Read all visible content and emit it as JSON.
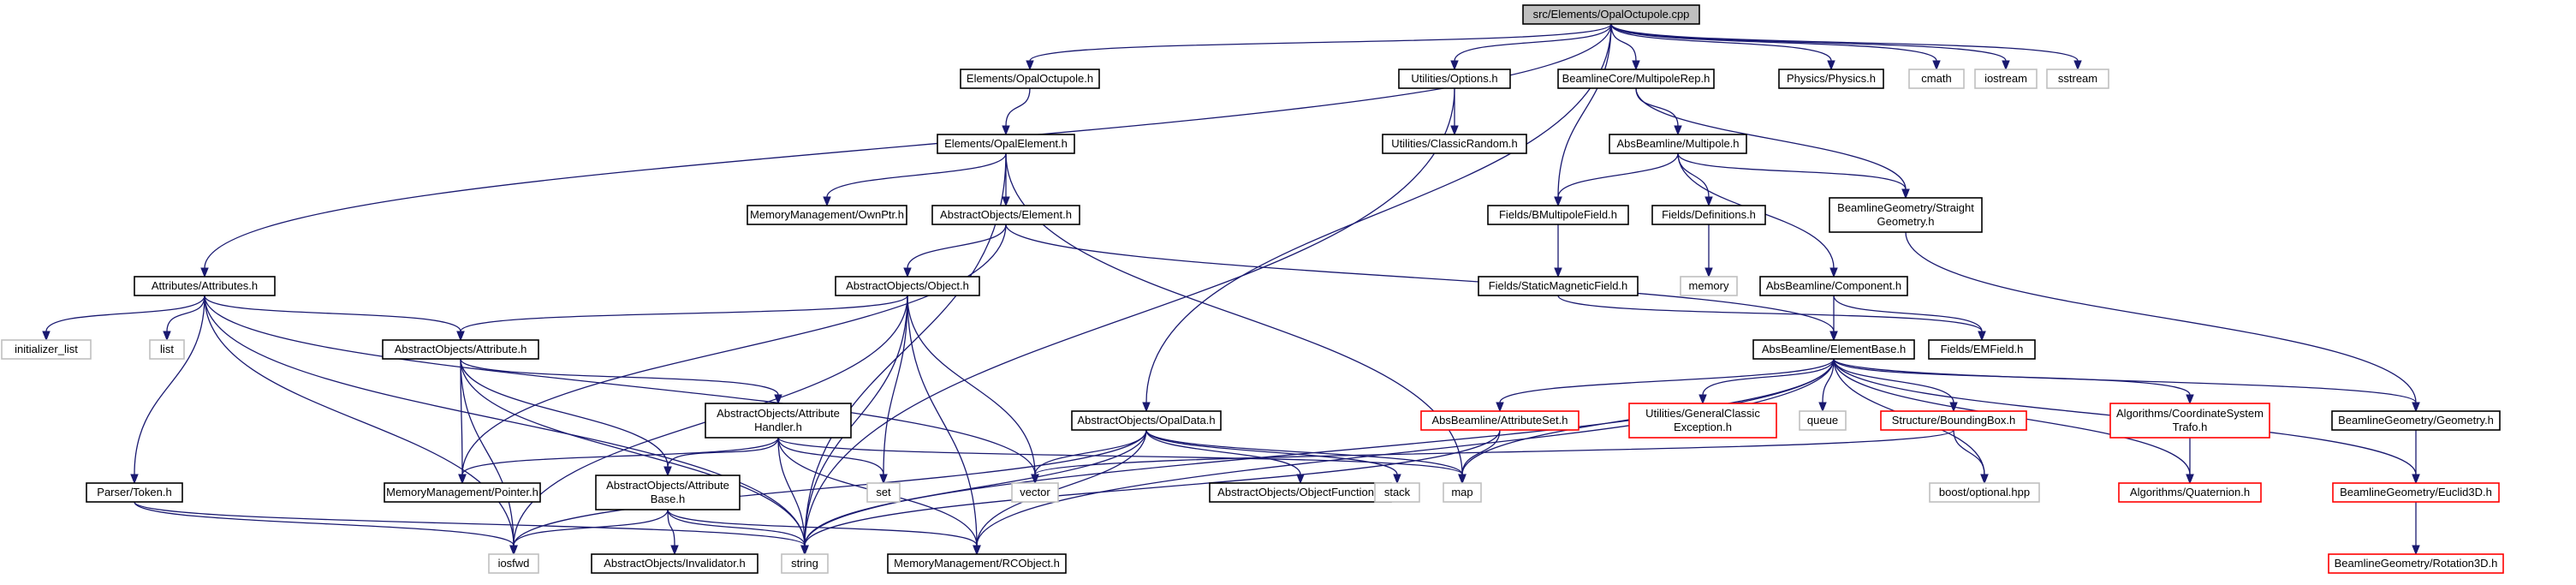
{
  "colors": {
    "edge": "#191970",
    "node_border_black": "#000000",
    "node_border_red": "#ff0000",
    "node_border_gray": "#bfbfbf",
    "root_fill": "#bfbfbf",
    "node_fill": "#ffffff"
  },
  "nodes": [
    {
      "id": "root",
      "label": "src/Elements/OpalOctupole.cpp",
      "kind": "root"
    },
    {
      "id": "opaloct_h",
      "label": "Elements/OpalOctupole.h",
      "kind": "normal"
    },
    {
      "id": "options_h",
      "label": "Utilities/Options.h",
      "kind": "normal"
    },
    {
      "id": "multipolerep_h",
      "label": "BeamlineCore/MultipoleRep.h",
      "kind": "normal"
    },
    {
      "id": "physics_h",
      "label": "Physics/Physics.h",
      "kind": "normal"
    },
    {
      "id": "cmath",
      "label": "cmath",
      "kind": "system"
    },
    {
      "id": "iostream",
      "label": "iostream",
      "kind": "system"
    },
    {
      "id": "sstream",
      "label": "sstream",
      "kind": "system"
    },
    {
      "id": "opalelement_h",
      "label": "Elements/OpalElement.h",
      "kind": "normal"
    },
    {
      "id": "classicrandom_h",
      "label": "Utilities/ClassicRandom.h",
      "kind": "normal"
    },
    {
      "id": "multipole_h",
      "label": "AbsBeamline/Multipole.h",
      "kind": "normal"
    },
    {
      "id": "ownptr_h",
      "label": "MemoryManagement/OwnPtr.h",
      "kind": "normal"
    },
    {
      "id": "element_h",
      "label": "AbstractObjects/Element.h",
      "kind": "normal"
    },
    {
      "id": "bmultipole_h",
      "label": "Fields/BMultipoleField.h",
      "kind": "normal"
    },
    {
      "id": "definitions_h",
      "label": "Fields/Definitions.h",
      "kind": "normal"
    },
    {
      "id": "straightgeom_h",
      "label": [
        "BeamlineGeometry/Straight",
        "Geometry.h"
      ],
      "kind": "normal"
    },
    {
      "id": "attributes_h",
      "label": "Attributes/Attributes.h",
      "kind": "normal"
    },
    {
      "id": "object_h",
      "label": "AbstractObjects/Object.h",
      "kind": "normal"
    },
    {
      "id": "staticmag_h",
      "label": "Fields/StaticMagneticField.h",
      "kind": "normal"
    },
    {
      "id": "memory",
      "label": "memory",
      "kind": "system"
    },
    {
      "id": "component_h",
      "label": "AbsBeamline/Component.h",
      "kind": "normal"
    },
    {
      "id": "initializer_list",
      "label": "initializer_list",
      "kind": "system"
    },
    {
      "id": "list",
      "label": "list",
      "kind": "system"
    },
    {
      "id": "attribute_h",
      "label": "AbstractObjects/Attribute.h",
      "kind": "normal"
    },
    {
      "id": "emfield_h",
      "label": "Fields/EMField.h",
      "kind": "normal"
    },
    {
      "id": "elementbase_h",
      "label": "AbsBeamline/ElementBase.h",
      "kind": "normal"
    },
    {
      "id": "attrhandler_h",
      "label": [
        "AbstractObjects/Attribute",
        "Handler.h"
      ],
      "kind": "normal"
    },
    {
      "id": "opaldata_h",
      "label": "AbstractObjects/OpalData.h",
      "kind": "normal"
    },
    {
      "id": "attributeset_h",
      "label": "AbsBeamline/AttributeSet.h",
      "kind": "red"
    },
    {
      "id": "genclassicexc_h",
      "label": [
        "Utilities/GeneralClassic",
        "Exception.h"
      ],
      "kind": "red"
    },
    {
      "id": "queue",
      "label": "queue",
      "kind": "system"
    },
    {
      "id": "boundingbox_h",
      "label": "Structure/BoundingBox.h",
      "kind": "red"
    },
    {
      "id": "coordsystrafo_h",
      "label": [
        "Algorithms/CoordinateSystem",
        "Trafo.h"
      ],
      "kind": "red"
    },
    {
      "id": "geometry_h",
      "label": "BeamlineGeometry/Geometry.h",
      "kind": "normal"
    },
    {
      "id": "parsertoken_h",
      "label": "Parser/Token.h",
      "kind": "normal"
    },
    {
      "id": "attrbase_h",
      "label": [
        "AbstractObjects/Attribute",
        "Base.h"
      ],
      "kind": "normal"
    },
    {
      "id": "set",
      "label": "set",
      "kind": "system"
    },
    {
      "id": "pointer_h",
      "label": "MemoryManagement/Pointer.h",
      "kind": "normal"
    },
    {
      "id": "vector",
      "label": "vector",
      "kind": "system"
    },
    {
      "id": "objectfunction_h",
      "label": "AbstractObjects/ObjectFunction.h",
      "kind": "normal"
    },
    {
      "id": "stack",
      "label": "stack",
      "kind": "system"
    },
    {
      "id": "map",
      "label": "map",
      "kind": "system"
    },
    {
      "id": "boostoptional",
      "label": "boost/optional.hpp",
      "kind": "system"
    },
    {
      "id": "quaternion_h",
      "label": "Algorithms/Quaternion.h",
      "kind": "red"
    },
    {
      "id": "euclid3d_h",
      "label": "BeamlineGeometry/Euclid3D.h",
      "kind": "red"
    },
    {
      "id": "iosfwd",
      "label": "iosfwd",
      "kind": "system"
    },
    {
      "id": "invalidator_h",
      "label": "AbstractObjects/Invalidator.h",
      "kind": "normal"
    },
    {
      "id": "string",
      "label": "string",
      "kind": "system"
    },
    {
      "id": "rcobject_h",
      "label": "MemoryManagement/RCObject.h",
      "kind": "normal"
    },
    {
      "id": "rotation3d_h",
      "label": "BeamlineGeometry/Rotation3D.h",
      "kind": "red"
    }
  ],
  "edges": [
    [
      "root",
      "opaloct_h"
    ],
    [
      "root",
      "options_h"
    ],
    [
      "root",
      "multipolerep_h"
    ],
    [
      "root",
      "physics_h"
    ],
    [
      "root",
      "cmath"
    ],
    [
      "root",
      "iostream"
    ],
    [
      "root",
      "sstream"
    ],
    [
      "root",
      "attributes_h"
    ],
    [
      "root",
      "opaldata_h"
    ],
    [
      "root",
      "bmultipole_h"
    ],
    [
      "opaloct_h",
      "opalelement_h"
    ],
    [
      "opalelement_h",
      "ownptr_h"
    ],
    [
      "opalelement_h",
      "element_h"
    ],
    [
      "opalelement_h",
      "string"
    ],
    [
      "opalelement_h",
      "map"
    ],
    [
      "options_h",
      "classicrandom_h"
    ],
    [
      "options_h",
      "string"
    ],
    [
      "multipolerep_h",
      "multipole_h"
    ],
    [
      "multipolerep_h",
      "straightgeom_h"
    ],
    [
      "multipole_h",
      "bmultipole_h"
    ],
    [
      "multipole_h",
      "definitions_h"
    ],
    [
      "multipole_h",
      "straightgeom_h"
    ],
    [
      "multipole_h",
      "component_h"
    ],
    [
      "bmultipole_h",
      "staticmag_h"
    ],
    [
      "definitions_h",
      "memory"
    ],
    [
      "staticmag_h",
      "emfield_h"
    ],
    [
      "straightgeom_h",
      "geometry_h"
    ],
    [
      "component_h",
      "elementbase_h"
    ],
    [
      "component_h",
      "emfield_h"
    ],
    [
      "element_h",
      "object_h"
    ],
    [
      "element_h",
      "elementbase_h"
    ],
    [
      "element_h",
      "pointer_h"
    ],
    [
      "object_h",
      "attribute_h"
    ],
    [
      "object_h",
      "vector"
    ],
    [
      "object_h",
      "set"
    ],
    [
      "object_h",
      "iosfwd"
    ],
    [
      "object_h",
      "string"
    ],
    [
      "object_h",
      "rcobject_h"
    ],
    [
      "attributes_h",
      "initializer_list"
    ],
    [
      "attributes_h",
      "list"
    ],
    [
      "attributes_h",
      "attribute_h"
    ],
    [
      "attributes_h",
      "parsertoken_h"
    ],
    [
      "attributes_h",
      "vector"
    ],
    [
      "attributes_h",
      "string"
    ],
    [
      "attributes_h",
      "iosfwd"
    ],
    [
      "attribute_h",
      "attrhandler_h"
    ],
    [
      "attribute_h",
      "attrbase_h"
    ],
    [
      "attribute_h",
      "pointer_h"
    ],
    [
      "attribute_h",
      "string"
    ],
    [
      "attribute_h",
      "iosfwd"
    ],
    [
      "attrhandler_h",
      "attrbase_h"
    ],
    [
      "attrhandler_h",
      "pointer_h"
    ],
    [
      "attrhandler_h",
      "set"
    ],
    [
      "attrhandler_h",
      "string"
    ],
    [
      "attrhandler_h",
      "map"
    ],
    [
      "attrhandler_h",
      "rcobject_h"
    ],
    [
      "attrbase_h",
      "iosfwd"
    ],
    [
      "attrbase_h",
      "invalidator_h"
    ],
    [
      "attrbase_h",
      "string"
    ],
    [
      "attrbase_h",
      "rcobject_h"
    ],
    [
      "parsertoken_h",
      "iosfwd"
    ],
    [
      "parsertoken_h",
      "string"
    ],
    [
      "opaldata_h",
      "objectfunction_h"
    ],
    [
      "opaldata_h",
      "vector"
    ],
    [
      "opaldata_h",
      "stack"
    ],
    [
      "opaldata_h",
      "map"
    ],
    [
      "opaldata_h",
      "string"
    ],
    [
      "opaldata_h",
      "rcobject_h"
    ],
    [
      "opaldata_h",
      "iosfwd"
    ],
    [
      "elementbase_h",
      "attributeset_h"
    ],
    [
      "elementbase_h",
      "genclassicexc_h"
    ],
    [
      "elementbase_h",
      "queue"
    ],
    [
      "elementbase_h",
      "boundingbox_h"
    ],
    [
      "elementbase_h",
      "coordsystrafo_h"
    ],
    [
      "elementbase_h",
      "geometry_h"
    ],
    [
      "elementbase_h",
      "euclid3d_h"
    ],
    [
      "elementbase_h",
      "quaternion_h"
    ],
    [
      "elementbase_h",
      "boostoptional"
    ],
    [
      "elementbase_h",
      "map"
    ],
    [
      "elementbase_h",
      "string"
    ],
    [
      "elementbase_h",
      "rcobject_h"
    ],
    [
      "attributeset_h",
      "map"
    ],
    [
      "attributeset_h",
      "string"
    ],
    [
      "boundingbox_h",
      "vector"
    ],
    [
      "boundingbox_h",
      "boostoptional"
    ],
    [
      "coordsystrafo_h",
      "quaternion_h"
    ],
    [
      "geometry_h",
      "euclid3d_h"
    ],
    [
      "euclid3d_h",
      "rotation3d_h"
    ]
  ]
}
